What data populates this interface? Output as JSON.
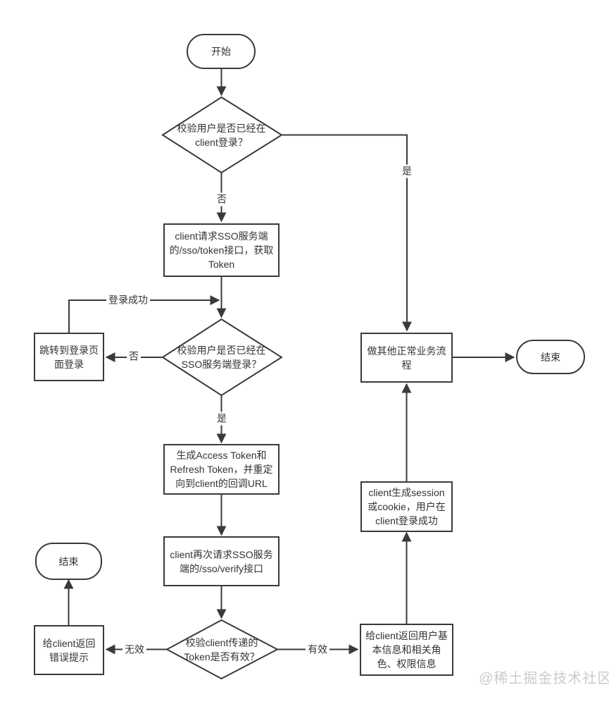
{
  "diagram": {
    "nodes": {
      "start": {
        "label": "开始",
        "type": "terminator"
      },
      "check_client_login": {
        "label": "校验用户是否已经在client登录？",
        "type": "decision"
      },
      "request_token": {
        "label": "client请求SSO服务端的/sso/token接口，获取Token",
        "type": "process"
      },
      "check_sso_login": {
        "label": "校验用户是否已经在SSO服务端登录？",
        "type": "decision"
      },
      "jump_login": {
        "label": "跳转到登录页面登录",
        "type": "process"
      },
      "gen_token": {
        "label": "生成Access Token和Refresh Token，并重定向到client的回调URL",
        "type": "process"
      },
      "verify_token": {
        "label": "client再次请求SSO服务端的/sso/verify接口",
        "type": "process"
      },
      "check_token_valid": {
        "label": "校验client传递的Token是否有效？",
        "type": "decision"
      },
      "return_error": {
        "label": "给client返回错误提示",
        "type": "process"
      },
      "end_left": {
        "label": "结束",
        "type": "terminator"
      },
      "return_user_info": {
        "label": "给client返回用户基本信息和相关角色、权限信息",
        "type": "process"
      },
      "gen_session": {
        "label": "client生成session或cookie，用户在client登录成功",
        "type": "process"
      },
      "normal_business": {
        "label": "做其他正常业务流程",
        "type": "process"
      },
      "end_right": {
        "label": "结束",
        "type": "terminator"
      }
    },
    "edge_labels": {
      "client_login_no": "否",
      "client_login_yes": "是",
      "login_success": "登录成功",
      "sso_login_no": "否",
      "sso_login_yes": "是",
      "token_invalid": "无效",
      "token_valid": "有效"
    },
    "watermark": "@稀土掘金技术社区",
    "colors": {
      "line": "#3a3a3a",
      "text": "#333333",
      "watermark": "#cbcbcb",
      "background": "#ffffff"
    }
  }
}
